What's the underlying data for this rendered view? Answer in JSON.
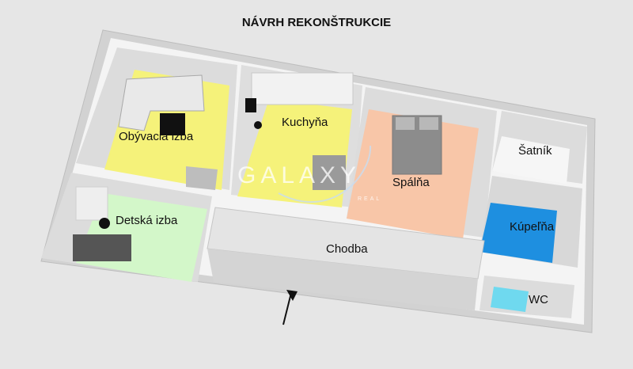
{
  "title": "NÁVRH REKONŠTRUKCIE",
  "rooms": {
    "obyvacia": "Obývacia izba",
    "kuchyna": "Kuchyňa",
    "spalna": "Spálňa",
    "satnik": "Šatník",
    "detska": "Detská izba",
    "kupelna": "Kúpeľňa",
    "chodba": "Chodba",
    "wc": "WC"
  },
  "watermark": {
    "brand": "GALAXY",
    "sub": "REAL"
  },
  "colors": {
    "obyvacia": "#f5f27a",
    "kuchyna": "#f5f27a",
    "spalna": "#f8c6a8",
    "detska": "#d3f7c9",
    "kupelna": "#1e8fe0",
    "wc": "#6fd9ef",
    "floor": "#ffffff",
    "wall": "#cfcfcf"
  }
}
